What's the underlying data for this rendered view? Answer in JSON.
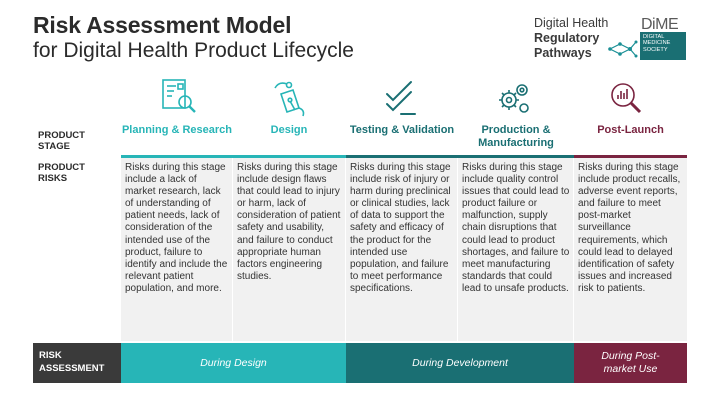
{
  "header": {
    "title": "Risk Assessment Model",
    "subtitle": "for Digital Health Product Lifecycle",
    "brand_line1": "Digital Health",
    "brand_line2": "Regulatory",
    "brand_line3": "Pathways",
    "dime_word": "DiME",
    "dime_tagline": "DIGITAL MEDICINE SOCIETY"
  },
  "labels": {
    "product_stage": "PRODUCT STAGE",
    "product_risks": "PRODUCT RISKS",
    "risk_assessment": "RISK ASSESSMENT"
  },
  "colors": {
    "teal_light": "#27b5b7",
    "teal_dark": "#1a6f73",
    "burgundy": "#7a2440",
    "dark": "#3a3a3a"
  },
  "stages": [
    {
      "title": "Planning & Research",
      "icon": "document-search-icon",
      "risks": "Risks during this stage include a lack of market research, lack of understanding of patient needs, lack of consideration of the intended use of the product, failure to identify and include the relevant patient population, and more."
    },
    {
      "title": "Design",
      "icon": "pen-tool-icon",
      "risks": "Risks during this stage include design flaws that could lead to injury or harm, lack of consideration of patient safety and usability, and failure to conduct appropriate human factors engineering studies."
    },
    {
      "title": "Testing & Validation",
      "icon": "checkmarks-icon",
      "risks": "Risks during this stage include risk of injury or harm during preclinical or clinical studies, lack of data to support the safety and efficacy of the product for the intended use population, and failure to meet performance specifications."
    },
    {
      "title": "Production & Manufacturing",
      "icon": "gears-icon",
      "risks": "Risks during this stage include quality control issues that could lead to product failure or malfunction, supply chain disruptions that could lead to product shortages, and failure to meet manufacturing standards that could lead to unsafe products."
    },
    {
      "title": "Post-Launch",
      "icon": "chart-search-icon",
      "risks": "Risks during this stage include product recalls, adverse event reports, and failure to meet post-market surveillance requirements, which could lead to delayed identification of safety issues and increased risk to patients."
    }
  ],
  "phases": {
    "design": "During Design",
    "development": "During Development",
    "post_market": "During Post-market Use"
  }
}
